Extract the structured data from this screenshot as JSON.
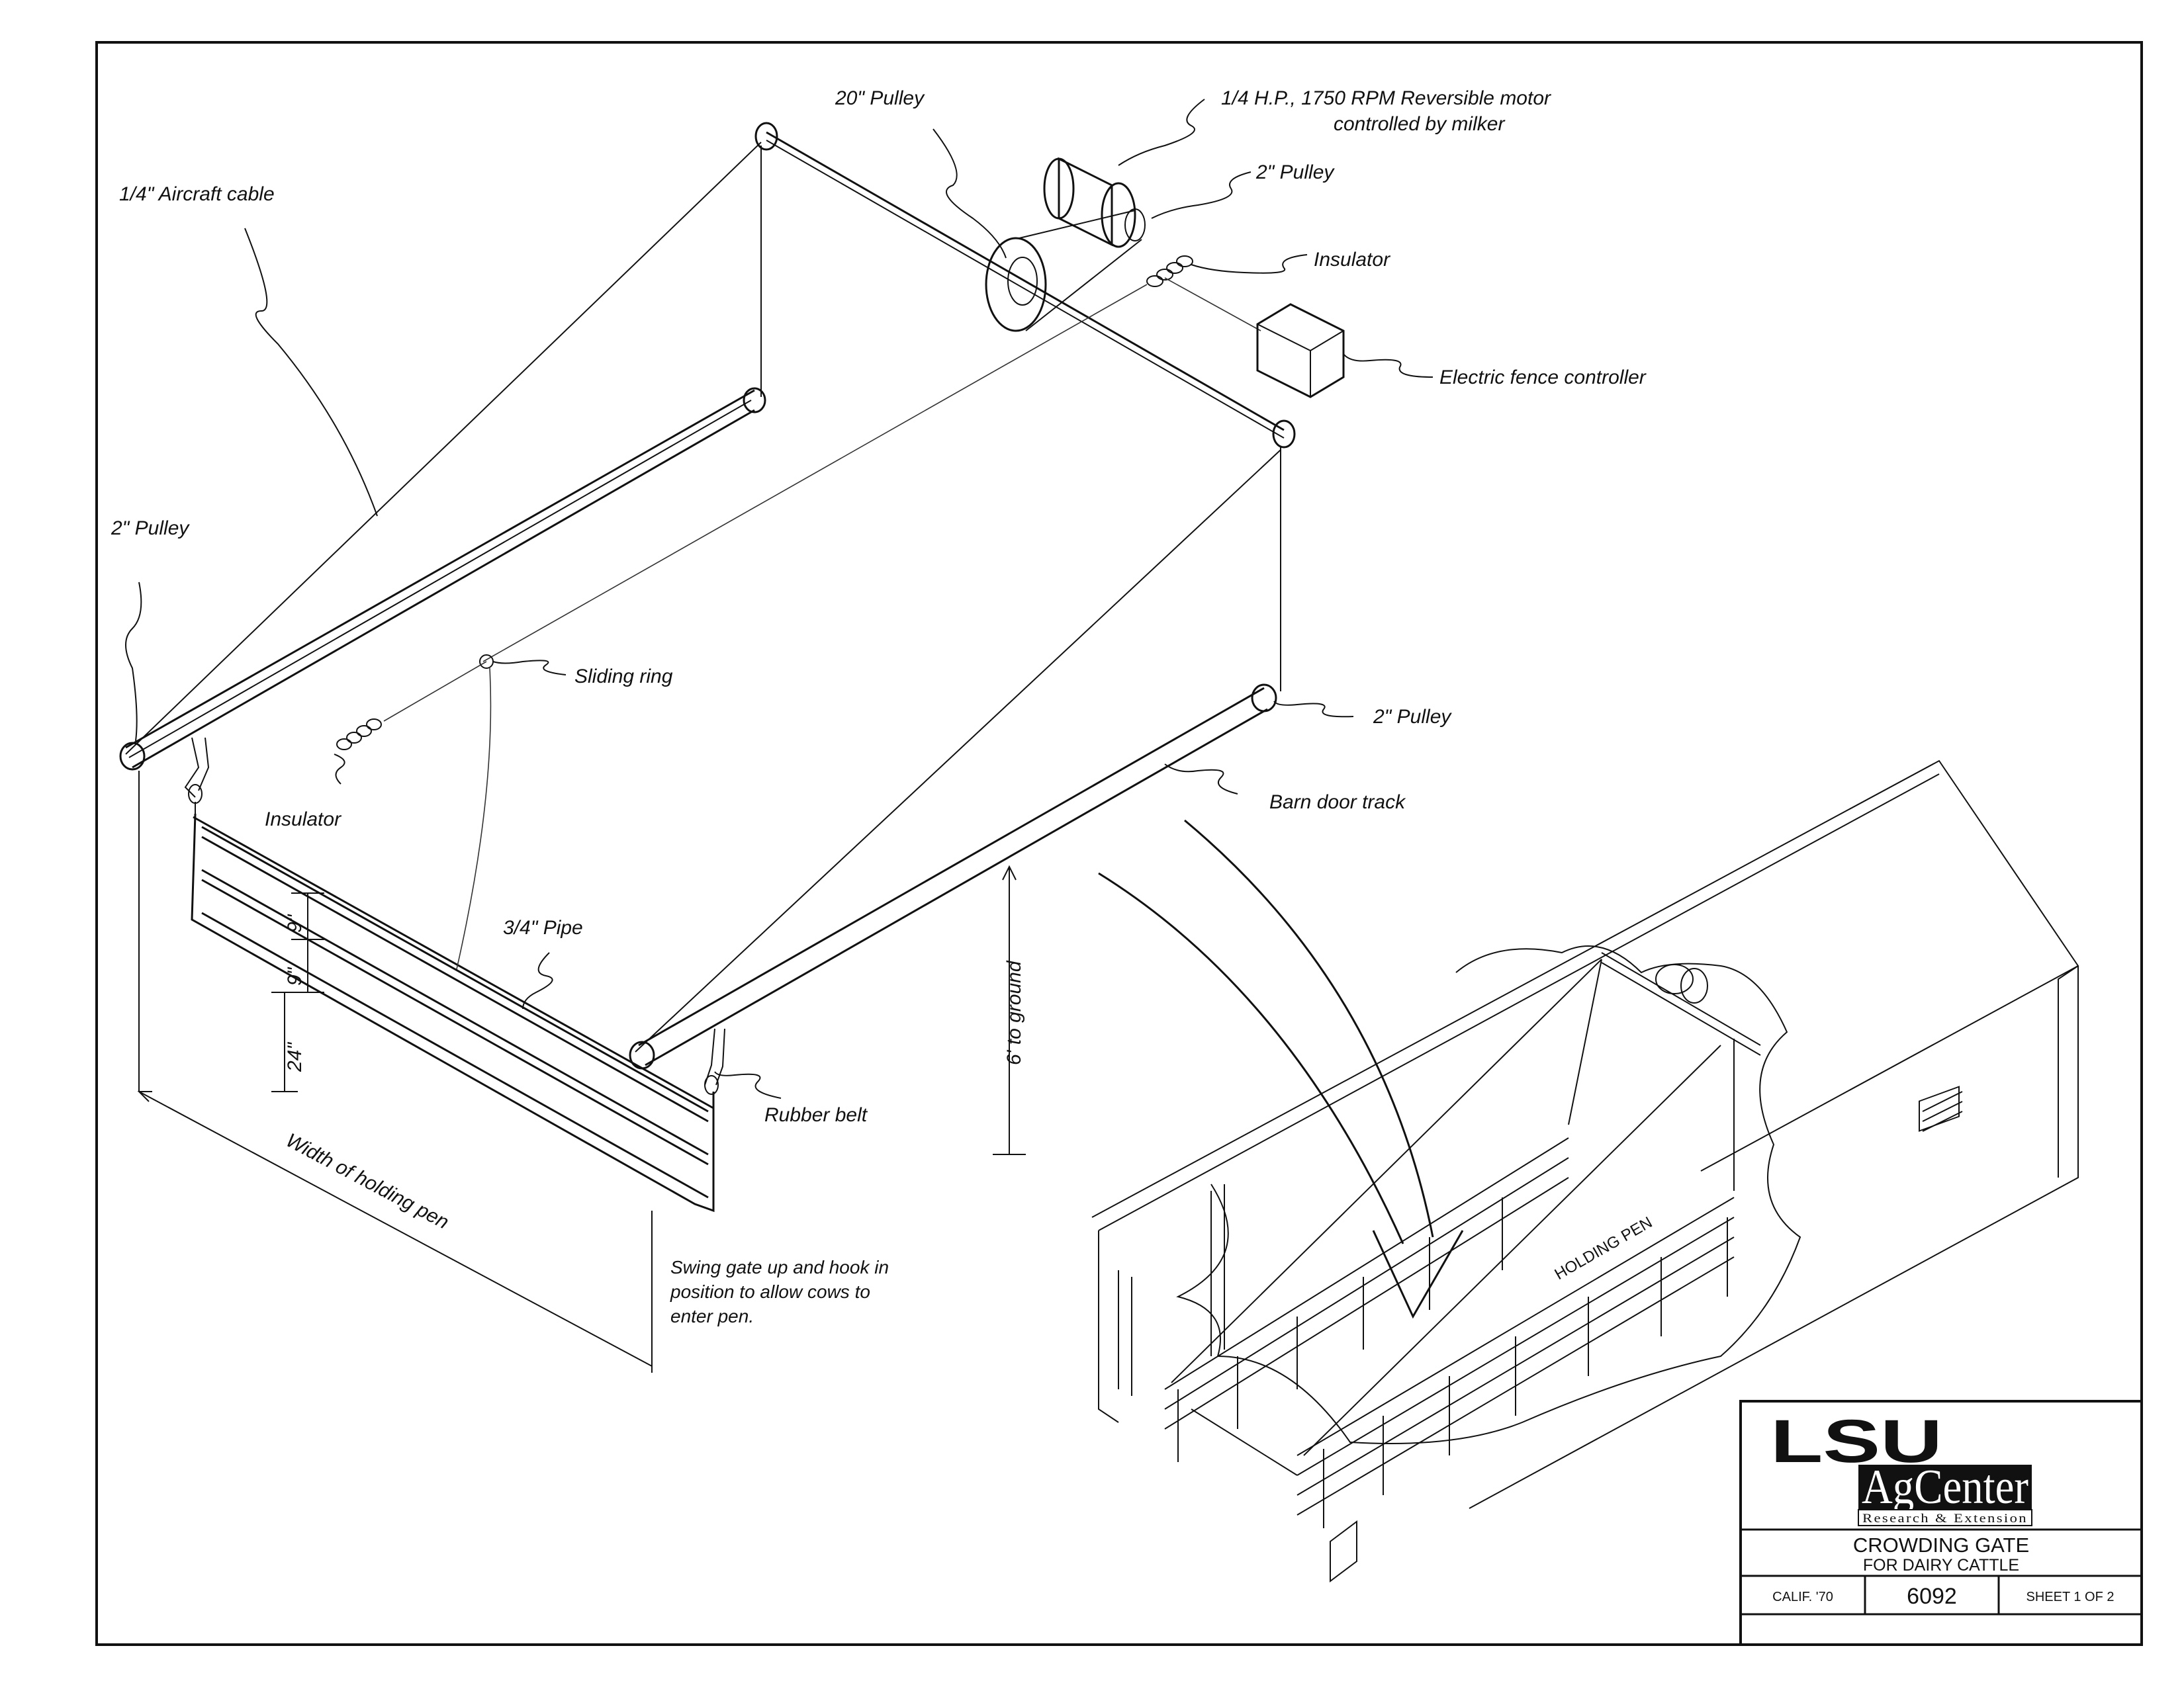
{
  "labels": {
    "aircraft_cable": "1/4\" Aircraft cable",
    "pulley_20": "20\" Pulley",
    "motor_line1": "1/4 H.P., 1750 RPM Reversible motor",
    "motor_line2": "controlled by milker",
    "pulley_2_top": "2\" Pulley",
    "insulator_top": "Insulator",
    "electric_fence_controller": "Electric fence controller",
    "pulley_2_left": "2\" Pulley",
    "sliding_ring": "Sliding ring",
    "pulley_2_right": "2\" Pulley",
    "insulator_left": "Insulator",
    "barn_door_track": "Barn door track",
    "pipe_34": "3/4\" Pipe",
    "dim_9_top": "9\"",
    "dim_9_bottom": "9\"",
    "dim_24": "24\"",
    "six_to_ground": "6' to ground",
    "rubber_belt": "Rubber belt",
    "width_of_holding_pen": "Width of holding pen",
    "swing_note_1": "Swing gate up and hook in",
    "swing_note_2": "position to allow cows to",
    "swing_note_3": "enter pen.",
    "holding_pen": "HOLDING PEN"
  },
  "title_block": {
    "logo_top": "LSU",
    "logo_middle": "AgCenter",
    "logo_bottom": "Research & Extension",
    "title_line1": "CROWDING GATE",
    "title_line2": "FOR DAIRY CATTLE",
    "origin": "CALIF. '70",
    "number": "6092",
    "sheet": "SHEET 1 OF 2"
  }
}
